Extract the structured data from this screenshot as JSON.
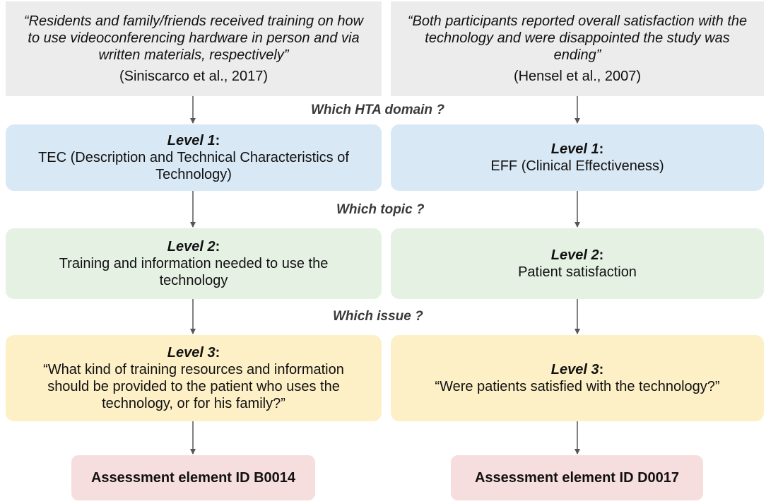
{
  "left": {
    "quote": {
      "text": "“Residents and family/friends received training on how to use videoconferencing hardware in person and via written materials, respectively”",
      "citation": "(Siniscarco et al., 2017)"
    },
    "level1": {
      "label": "Level 1",
      "colon": ":",
      "text": "TEC (Description and Technical Characteristics of Technology)"
    },
    "level2": {
      "label": "Level 2",
      "colon": ":",
      "text": "Training and information needed to use the technology"
    },
    "level3": {
      "label": "Level 3",
      "colon": ":",
      "text": "“What kind of training resources and information should be provided to the patient who uses the technology, or for his family?”"
    },
    "assessment": "Assessment element ID B0014"
  },
  "right": {
    "quote": {
      "text": "“Both participants reported overall satisfaction with the technology and were disappointed the study was ending”",
      "citation": "(Hensel et al., 2007)"
    },
    "level1": {
      "label": "Level 1",
      "colon": ":",
      "text": "EFF (Clinical Effectiveness)"
    },
    "level2": {
      "label": "Level 2",
      "colon": ":",
      "text": "Patient satisfaction"
    },
    "level3": {
      "label": "Level 3",
      "colon": ":",
      "text": "“Were patients satisfied with the technology?”"
    },
    "assessment": "Assessment element ID D0017"
  },
  "questions": {
    "domain": "Which HTA domain ?",
    "topic": "Which topic ?",
    "issue": "Which issue ?"
  },
  "colors": {
    "quote_bg": "#ececec",
    "level1_bg": "#d9e8f5",
    "level2_bg": "#e5f1e3",
    "level3_bg": "#fdf0c6",
    "assessment_bg": "#f6dede",
    "arrow": "#555555"
  }
}
